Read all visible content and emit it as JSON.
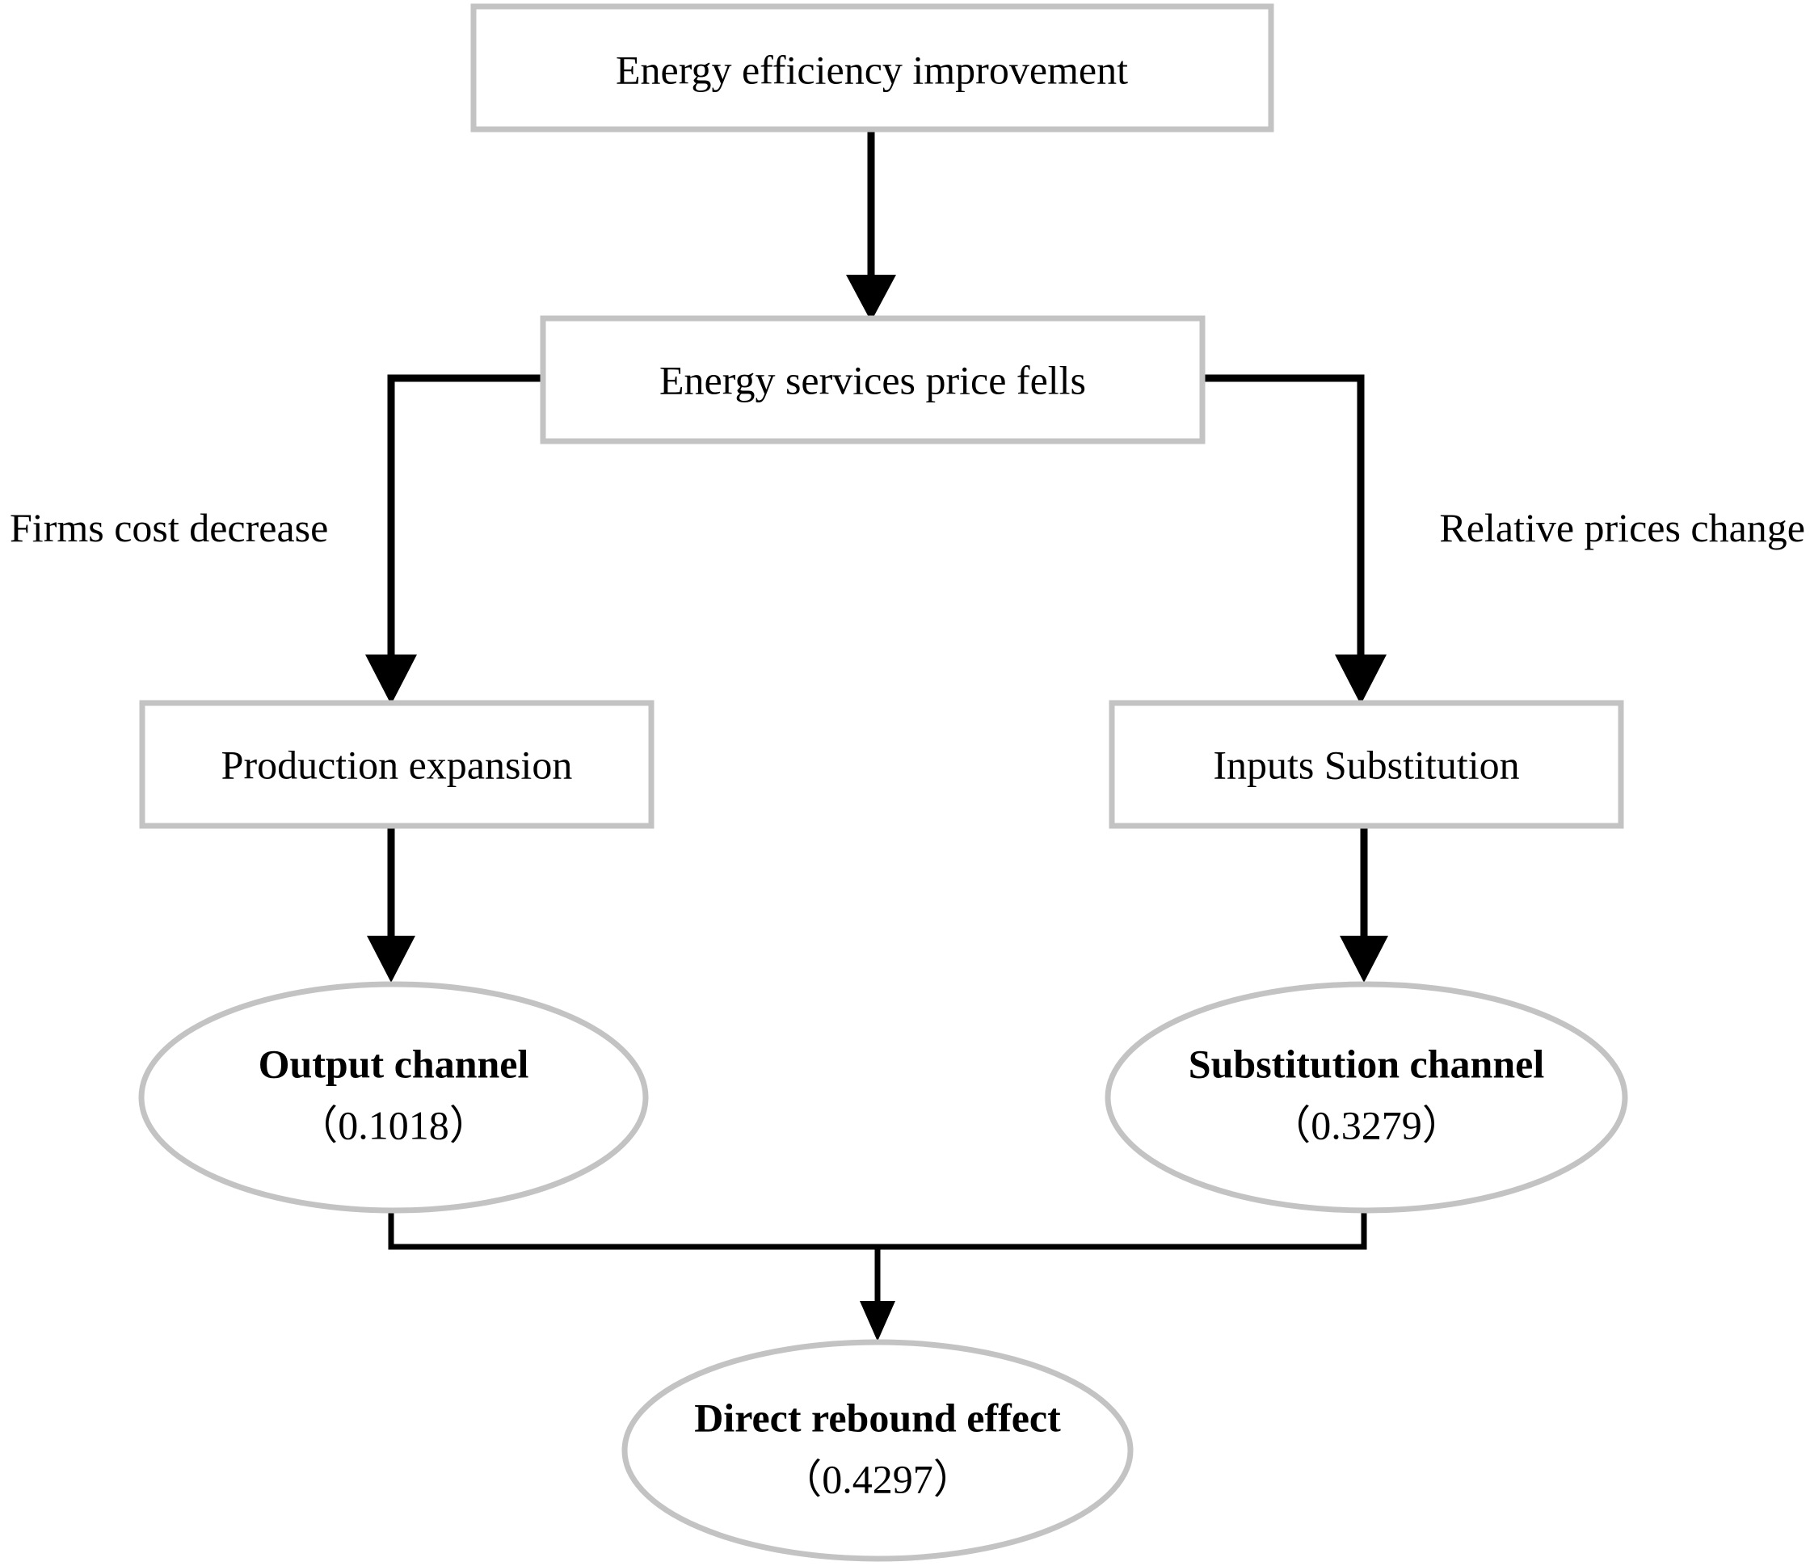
{
  "diagram": {
    "type": "flowchart",
    "title": "Direct rebound effect decomposition flowchart",
    "colors": {
      "shape_stroke": "#c3c3c3",
      "shape_fill": "#ffffff",
      "connector": "#000000",
      "text": "#000000",
      "background": "#ffffff"
    },
    "nodes": [
      {
        "id": "energy-efficiency-improvement",
        "shape": "rectangle",
        "label": "Energy efficiency improvement"
      },
      {
        "id": "energy-services-price-fells",
        "shape": "rectangle",
        "label": "Energy services price fells"
      },
      {
        "id": "production-expansion",
        "shape": "rectangle",
        "label": "Production expansion"
      },
      {
        "id": "inputs-substitution",
        "shape": "rectangle",
        "label": "Inputs Substitution"
      },
      {
        "id": "output-channel",
        "shape": "ellipse",
        "label": "Output channel",
        "value": "（0.1018）",
        "value_number": 0.1018
      },
      {
        "id": "substitution-channel",
        "shape": "ellipse",
        "label": "Substitution channel",
        "value": "（0.3279）",
        "value_number": 0.3279
      },
      {
        "id": "direct-rebound-effect",
        "shape": "ellipse",
        "label": "Direct rebound effect",
        "value": "（0.4297）",
        "value_number": 0.4297
      }
    ],
    "edge_labels": {
      "left": "Firms cost decrease",
      "right": "Relative prices change"
    }
  }
}
